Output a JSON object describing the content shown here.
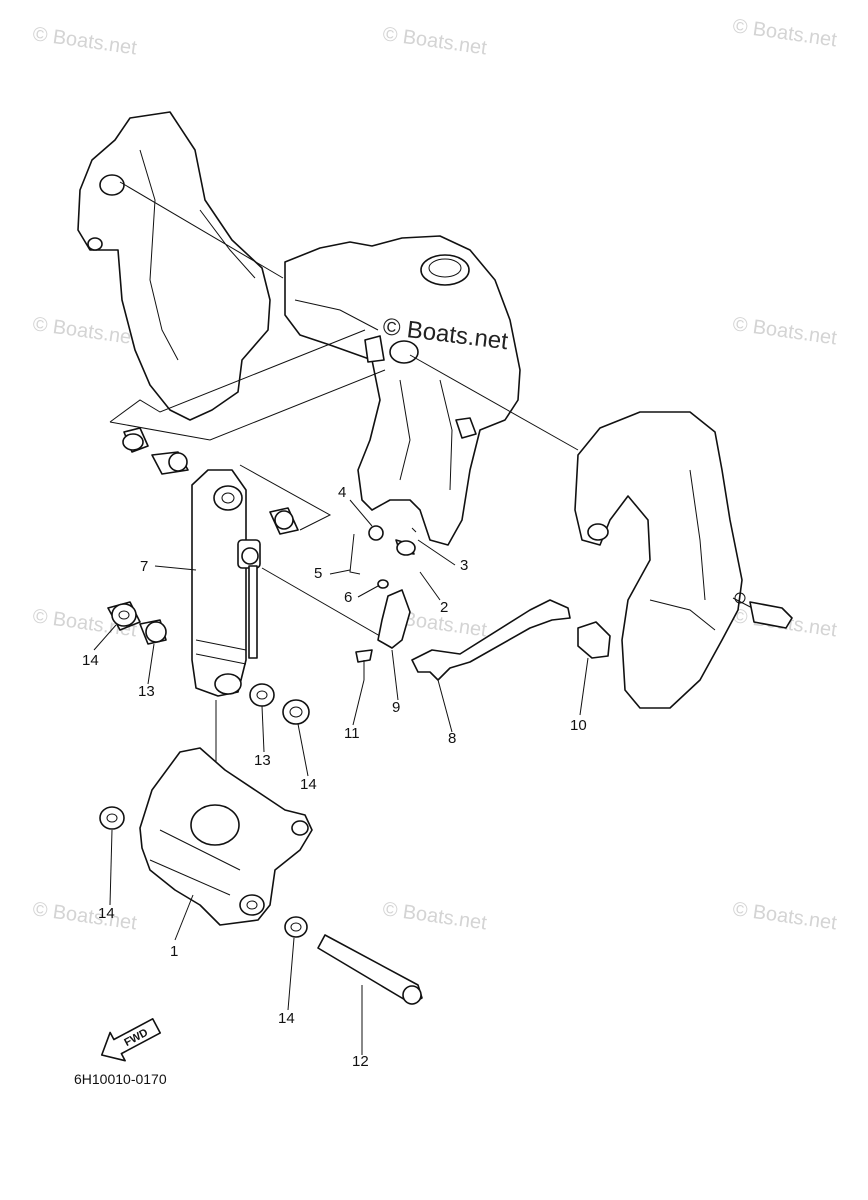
{
  "watermark_text": "© Boats.net",
  "diagram_code": "6H10010-0170",
  "fwd_label": "FWD",
  "callouts": {
    "c1": "1",
    "c2": "2",
    "c3": "3",
    "c4": "4",
    "c5": "5",
    "c6": "6",
    "c7": "7",
    "c8": "8",
    "c9": "9",
    "c10": "10",
    "c11": "11",
    "c12": "12",
    "c13a": "13",
    "c13b": "13",
    "c14a": "14",
    "c14b": "14",
    "c14c": "14",
    "c14d": "14"
  }
}
